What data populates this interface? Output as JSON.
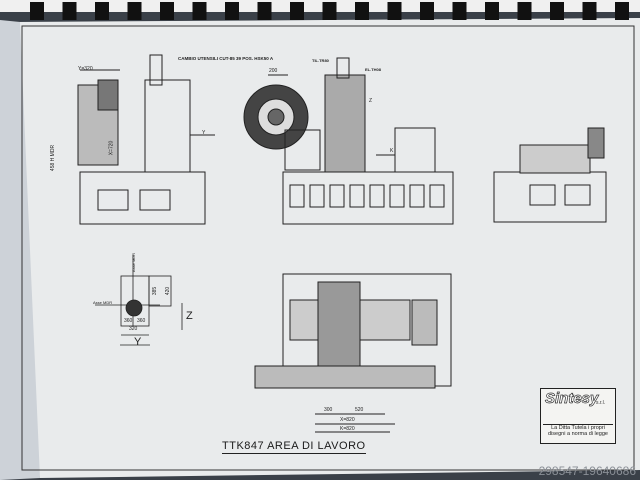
{
  "drawing": {
    "title": "TTK847 AREA DI LAVORO",
    "labels": {
      "y320": "Y=320",
      "tool_change": "CAMBIO UTENSILI CUT-85 39 POS. HSK50 A",
      "d200": "200",
      "tilt": "TIL.TR80",
      "eltr": "EL.TH08",
      "z_top": "Z",
      "y_top": "Y",
      "k_top": "K",
      "h_mdr": "458 H MDR",
      "x_side": "X=720",
      "asse_mdr_v": "Asse MDR",
      "asse_mdr_h": "Asse MDR",
      "d385": "385",
      "d420": "420",
      "d360a": "360",
      "d360b": "360",
      "d320": "320",
      "z_detail": "Z",
      "y_detail": "Y",
      "d300": "300",
      "d520": "520",
      "x820": "X=820",
      "k820": "K=820"
    }
  },
  "stamp": {
    "logo": "Sintesy",
    "suffix": "s.r.l.",
    "note": "La Ditta Tutela i propri disegni a norma di legge"
  },
  "watermark": "298547-19640686"
}
